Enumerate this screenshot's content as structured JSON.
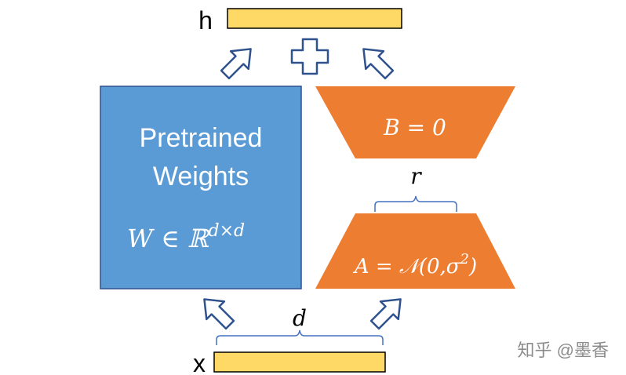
{
  "labels": {
    "h": "h",
    "x": "x",
    "pretrained_line1": "Pretrained",
    "pretrained_line2": "Weights",
    "w_base": "W ∈ ℝ",
    "w_sup": "d×d",
    "b_eq": "B = 0",
    "a_base": "A = 𝒩(0,σ",
    "a_sup": "2",
    "a_close": ")",
    "r": "r",
    "d": "d",
    "plus": "+"
  },
  "watermark": "知乎 @墨香",
  "colors": {
    "pretrained_fill": "#5b9bd5",
    "pretrained_stroke": "#2f528f",
    "lora_fill": "#ed7d31",
    "bar_fill": "#ffd966",
    "arrow_stroke": "#2f528f",
    "brace_stroke": "#4472c4"
  }
}
